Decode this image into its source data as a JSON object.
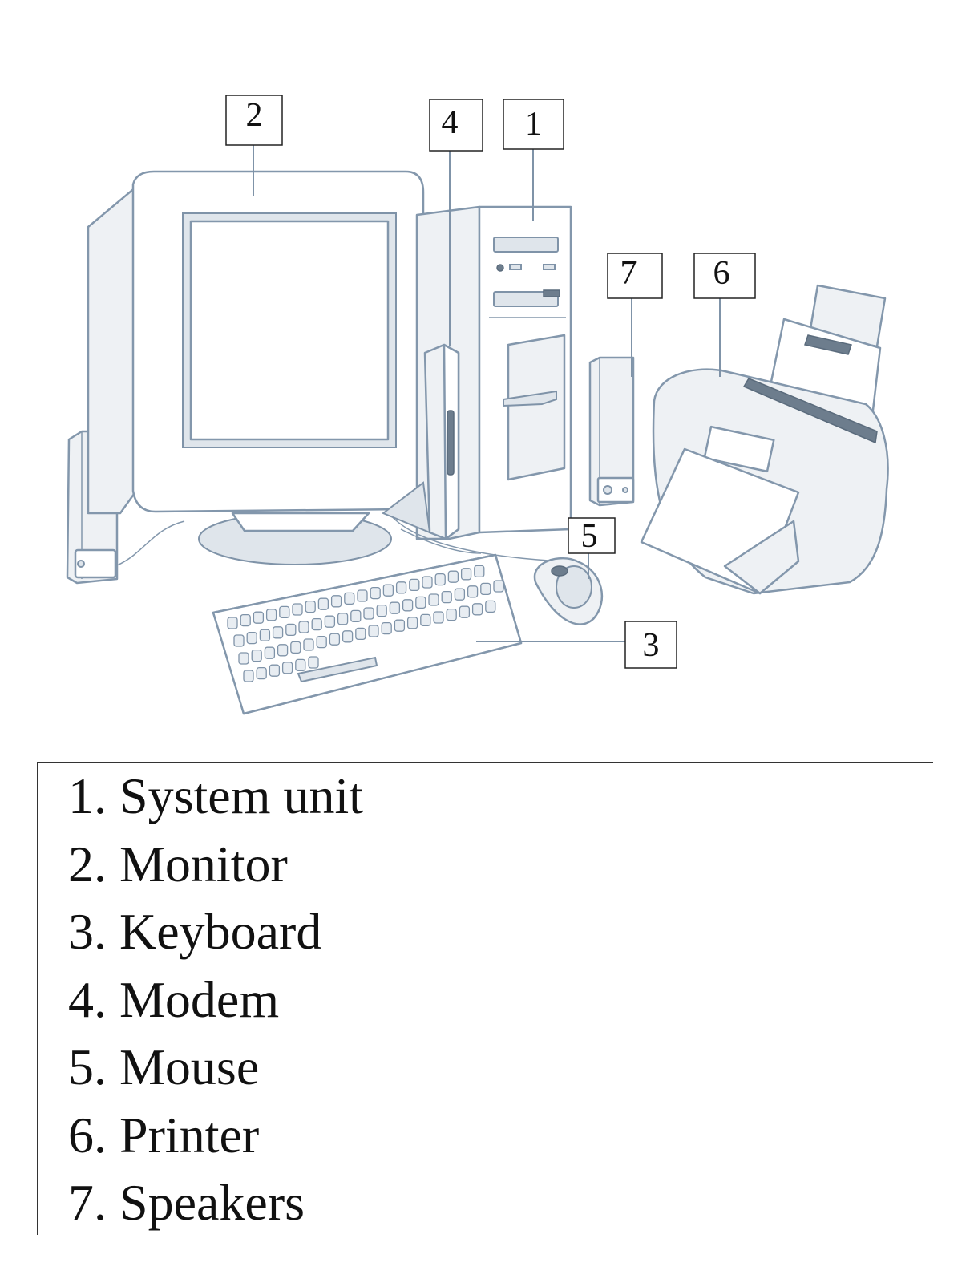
{
  "callouts": [
    {
      "label": "1",
      "part": "system-unit"
    },
    {
      "label": "2",
      "part": "monitor"
    },
    {
      "label": "3",
      "part": "keyboard"
    },
    {
      "label": "4",
      "part": "modem"
    },
    {
      "label": "5",
      "part": "mouse"
    },
    {
      "label": "6",
      "part": "printer"
    },
    {
      "label": "7",
      "part": "speakers"
    }
  ],
  "legend": [
    "1. System unit",
    "2. Monitor",
    "3. Keyboard",
    "4. Modem",
    "5. Mouse",
    "6. Printer",
    "7. Speakers"
  ],
  "colors": {
    "outline": "#8397ac",
    "panel": "#eef1f4",
    "text": "#111111"
  }
}
